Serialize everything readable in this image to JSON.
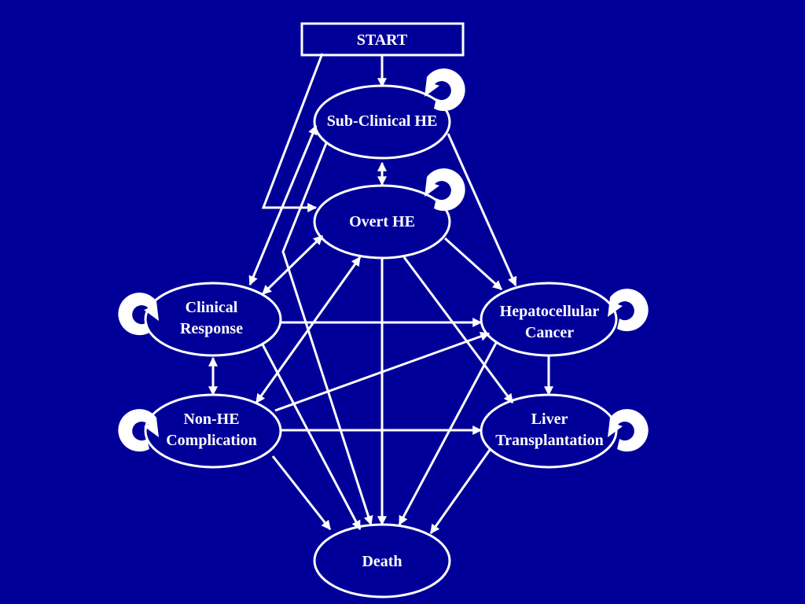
{
  "colors": {
    "background": "#000099",
    "foreground": "#ffffff"
  },
  "nodes": {
    "start": {
      "label": "START"
    },
    "subclinical_he": {
      "label": "Sub-Clinical HE"
    },
    "overt_he": {
      "label": "Overt HE"
    },
    "clinical_response": {
      "line1": "Clinical",
      "line2": "Response"
    },
    "hepatocellular_cancer": {
      "line1": "Hepatocellular",
      "line2": "Cancer"
    },
    "non_he_complication": {
      "line1": "Non-HE",
      "line2": "Complication"
    },
    "liver_transplantation": {
      "line1": "Liver",
      "line2": "Transplantation"
    },
    "death": {
      "label": "Death"
    }
  },
  "self_loops": [
    "subclinical_he",
    "overt_he",
    "clinical_response",
    "hepatocellular_cancer",
    "non_he_complication",
    "liver_transplantation"
  ],
  "edges": [
    {
      "from": "start",
      "to": "subclinical_he",
      "bidirectional": false
    },
    {
      "from": "start",
      "to": "overt_he",
      "bidirectional": false
    },
    {
      "from": "subclinical_he",
      "to": "overt_he",
      "bidirectional": true
    },
    {
      "from": "subclinical_he",
      "to": "clinical_response",
      "bidirectional": true
    },
    {
      "from": "subclinical_he",
      "to": "hepatocellular_cancer",
      "bidirectional": false
    },
    {
      "from": "subclinical_he",
      "to": "death",
      "bidirectional": false
    },
    {
      "from": "overt_he",
      "to": "clinical_response",
      "bidirectional": true
    },
    {
      "from": "overt_he",
      "to": "hepatocellular_cancer",
      "bidirectional": false
    },
    {
      "from": "overt_he",
      "to": "non_he_complication",
      "bidirectional": true
    },
    {
      "from": "overt_he",
      "to": "liver_transplantation",
      "bidirectional": false
    },
    {
      "from": "overt_he",
      "to": "death",
      "bidirectional": false
    },
    {
      "from": "clinical_response",
      "to": "hepatocellular_cancer",
      "bidirectional": false
    },
    {
      "from": "clinical_response",
      "to": "non_he_complication",
      "bidirectional": true
    },
    {
      "from": "clinical_response",
      "to": "death",
      "bidirectional": false
    },
    {
      "from": "non_he_complication",
      "to": "hepatocellular_cancer",
      "bidirectional": false
    },
    {
      "from": "non_he_complication",
      "to": "liver_transplantation",
      "bidirectional": false
    },
    {
      "from": "non_he_complication",
      "to": "death",
      "bidirectional": false
    },
    {
      "from": "hepatocellular_cancer",
      "to": "liver_transplantation",
      "bidirectional": false
    },
    {
      "from": "hepatocellular_cancer",
      "to": "death",
      "bidirectional": false
    },
    {
      "from": "liver_transplantation",
      "to": "death",
      "bidirectional": false
    }
  ]
}
